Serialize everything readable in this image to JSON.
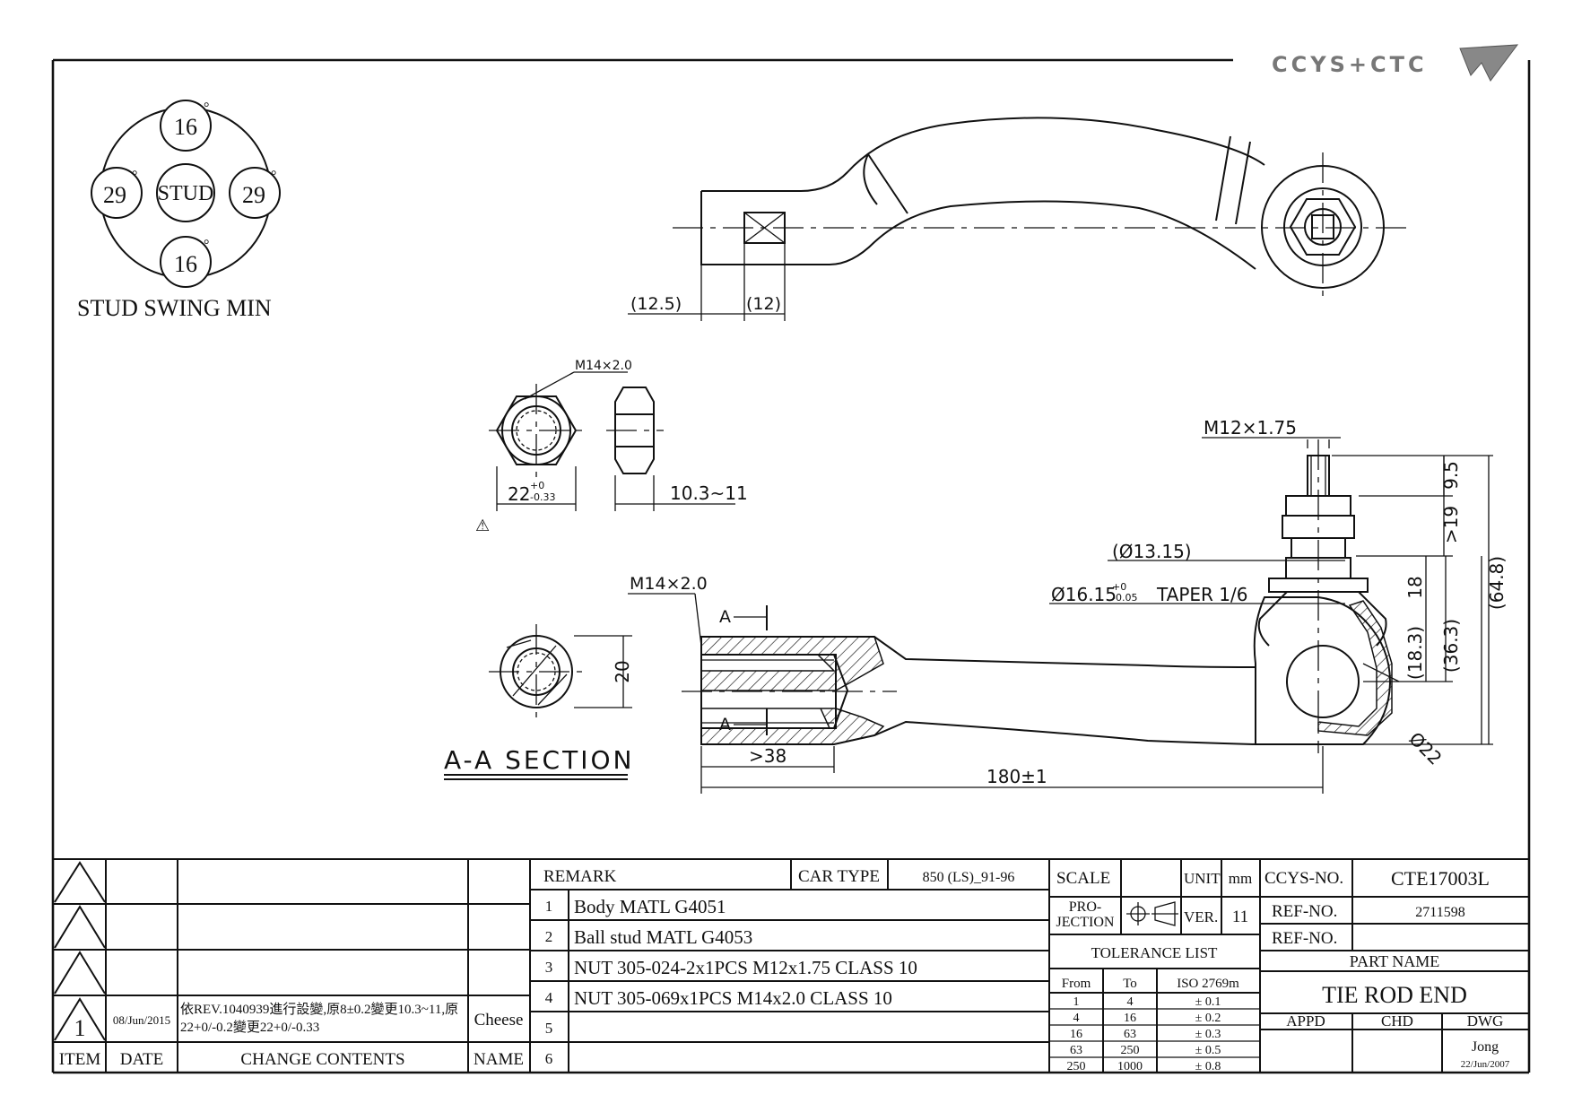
{
  "logo": {
    "text": "CCYS+CTC"
  },
  "swing": {
    "top": "16",
    "bottom": "16",
    "left": "29",
    "right": "29",
    "degree": "°",
    "center": "STUD",
    "caption": "STUD SWING MIN"
  },
  "dims": {
    "d_12_5": "(12.5)",
    "d_12": "(12)",
    "nut_thread": "M14×2.0",
    "nut_width": "22",
    "nut_tol_up": "+0",
    "nut_tol_dn": "-0.33",
    "nut_thick": "10.3~11",
    "warn": "⚠",
    "stud_thread": "M12×1.75",
    "d_9_5": "9.5",
    "d_19": ">19",
    "d_64_8": "(64.8)",
    "d_13_15": "(Ø13.15)",
    "taper_main": "Ø16.15",
    "taper_up": "+0",
    "taper_dn": "-0.05",
    "taper_rest": "TAPER 1/6",
    "d_18": "18",
    "d_36_3": "(36.3)",
    "d_18_3": "(18.3)",
    "d_22": "Ø22",
    "body_thread": "M14×2.0",
    "sec_a": "A",
    "d_20": "20",
    "d_38": ">38",
    "d_180": "180±1",
    "section": "A-A SECTION"
  },
  "revisions": {
    "rows": [
      {
        "mark": "",
        "date": "",
        "content": "",
        "name": ""
      },
      {
        "mark": "",
        "date": "",
        "content": "",
        "name": ""
      },
      {
        "mark": "",
        "date": "",
        "content": "",
        "name": ""
      },
      {
        "mark": "1",
        "date": "08/Jun/2015",
        "content1": "依REV.1040939進行設變,原8±0.2變更10.3~11,原",
        "content2": "22+0/-0.2變更22+0/-0.33",
        "name": "Cheese"
      }
    ],
    "headers": {
      "item": "ITEM",
      "date": "DATE",
      "content": "CHANGE CONTENTS",
      "name": "NAME"
    }
  },
  "remarks": {
    "remark_label": "REMARK",
    "car_type_label": "CAR TYPE",
    "car_type": "850 (LS)_91-96",
    "items": [
      {
        "no": "1",
        "text": "Body MATL G4051"
      },
      {
        "no": "2",
        "text": "Ball stud MATL G4053"
      },
      {
        "no": "3",
        "text": "NUT 305-024-2x1PCS M12x1.75 CLASS 10"
      },
      {
        "no": "4",
        "text": "NUT 305-069x1PCS M14x2.0 CLASS 10"
      },
      {
        "no": "5",
        "text": ""
      },
      {
        "no": "6",
        "text": ""
      }
    ]
  },
  "titleblock": {
    "scale_label": "SCALE",
    "unit_label": "UNIT",
    "unit": "mm",
    "projection_1": "PRO-",
    "projection_2": "JECTION",
    "ver_label": "VER.",
    "ver": "11",
    "tolerance_title": "TOLERANCE LIST",
    "from_label": "From",
    "to_label": "To",
    "iso_label": "ISO 2769m",
    "tolerances": [
      {
        "from": "1",
        "to": "4",
        "tol": "± 0.1"
      },
      {
        "from": "4",
        "to": "16",
        "tol": "± 0.2"
      },
      {
        "from": "16",
        "to": "63",
        "tol": "± 0.3"
      },
      {
        "from": "63",
        "to": "250",
        "tol": "± 0.5"
      },
      {
        "from": "250",
        "to": "1000",
        "tol": "± 0.8"
      }
    ],
    "ccys_no_label": "CCYS-NO.",
    "ccys_no": "CTE17003L",
    "ref_no_label": "REF-NO.",
    "ref_no": "2711598",
    "ref_no2_label": "REF-NO.",
    "ref_no2": "",
    "part_name_label": "PART NAME",
    "part_name": "TIE ROD END",
    "appd_label": "APPD",
    "chd_label": "CHD",
    "dwg_label": "DWG",
    "dwg_name": "Jong",
    "dwg_date": "22/Jun/2007"
  }
}
